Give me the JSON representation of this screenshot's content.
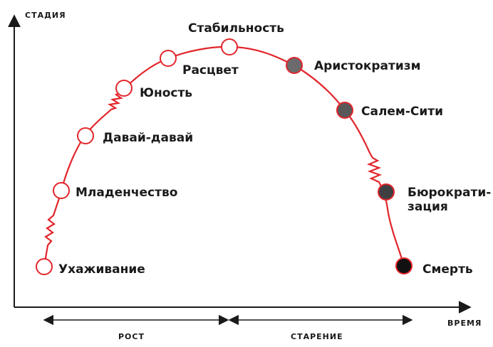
{
  "axes": {
    "y_label": "СТАДИЯ",
    "x_label": "ВРЕМЯ"
  },
  "phases": {
    "growth": "РОСТ",
    "aging": "СТАРЕНИЕ"
  },
  "stages": [
    {
      "id": "courtship",
      "label": "Ухаживание",
      "fill": "#ffffff"
    },
    {
      "id": "infancy",
      "label": "Младенчество",
      "fill": "#ffffff"
    },
    {
      "id": "go-go",
      "label": "Давай-давай",
      "fill": "#ffffff"
    },
    {
      "id": "adolescence",
      "label": "Юность",
      "fill": "#ffffff"
    },
    {
      "id": "prime",
      "label": "Расцвет",
      "fill": "#ffffff"
    },
    {
      "id": "stability",
      "label": "Стабильность",
      "fill": "#ffffff"
    },
    {
      "id": "aristocracy",
      "label": "Аристократизм",
      "fill": "#6b6b6e"
    },
    {
      "id": "salem-city",
      "label": "Салем-Сити",
      "fill": "#58585a"
    },
    {
      "id": "bureaucracy",
      "label_lines": [
        "Бюрократи-",
        "зация"
      ],
      "fill": "#3f3f42"
    },
    {
      "id": "death",
      "label": "Смерть",
      "fill": "#111111"
    }
  ],
  "colors": {
    "curve": "#e2252b",
    "axis": "#1a1a1a"
  }
}
